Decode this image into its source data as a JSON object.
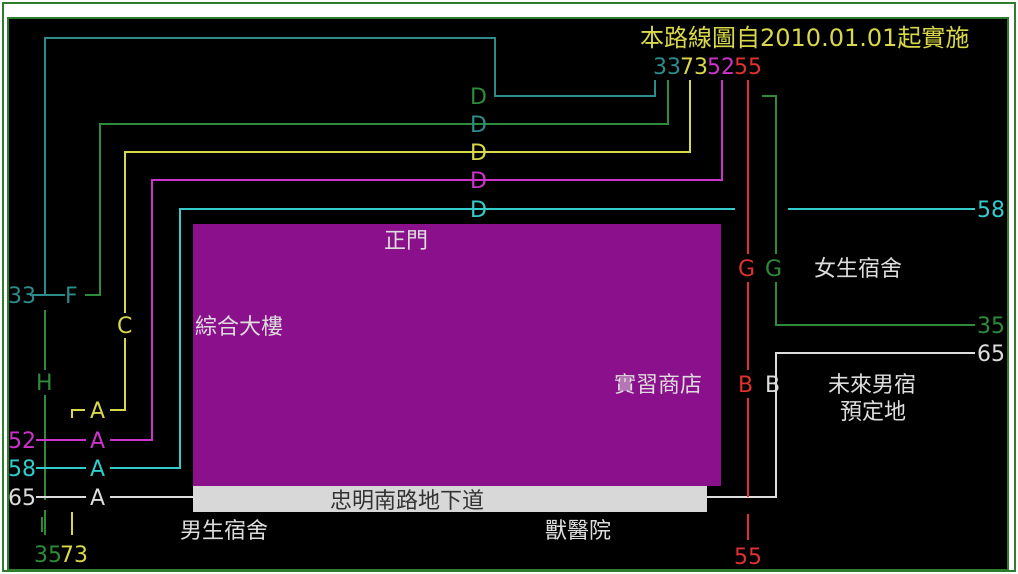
{
  "header_note": "本路線圖自2010.01.01起實施",
  "colors": {
    "background": "#000000",
    "frame": "#2e7d2e",
    "teal": "#2e8b8b",
    "darkgreen": "#2e8b3a",
    "yellow": "#d8d84a",
    "magenta": "#cc33cc",
    "cyan": "#33cccc",
    "red": "#e03030",
    "white": "#dddddd",
    "campus": "#8b108b",
    "underpass": "#d8d8d8"
  },
  "routes": {
    "top": [
      {
        "number": "33",
        "color": "teal"
      },
      {
        "number": "73",
        "color": "yellow"
      },
      {
        "number": "52",
        "color": "magenta"
      },
      {
        "number": "55",
        "color": "red"
      }
    ],
    "left": [
      {
        "number": "33",
        "color": "teal"
      },
      {
        "number": "52",
        "color": "magenta"
      },
      {
        "number": "58",
        "color": "cyan"
      },
      {
        "number": "65",
        "color": "white"
      }
    ],
    "bottom_left": [
      {
        "number": "35",
        "color": "darkgreen"
      },
      {
        "number": "73",
        "color": "yellow"
      }
    ],
    "right": [
      {
        "number": "58",
        "color": "cyan"
      },
      {
        "number": "35",
        "color": "darkgreen"
      },
      {
        "number": "65",
        "color": "white"
      }
    ],
    "bottom_right": [
      {
        "number": "55",
        "color": "red"
      }
    ]
  },
  "stops": {
    "D": "D",
    "F": "F",
    "C": "C",
    "H": "H",
    "A": "A",
    "I": "I",
    "G": "G",
    "B": "B"
  },
  "places": {
    "main_gate": "正門",
    "general_building": "綜合大樓",
    "practice_store": "實習商店",
    "underpass": "忠明南路地下道",
    "boys_dorm": "男生宿舍",
    "vet_hospital": "獸醫院",
    "girls_dorm": "女生宿舍",
    "future_boys_dorm_line1": "未來男宿",
    "future_boys_dorm_line2": "預定地"
  }
}
